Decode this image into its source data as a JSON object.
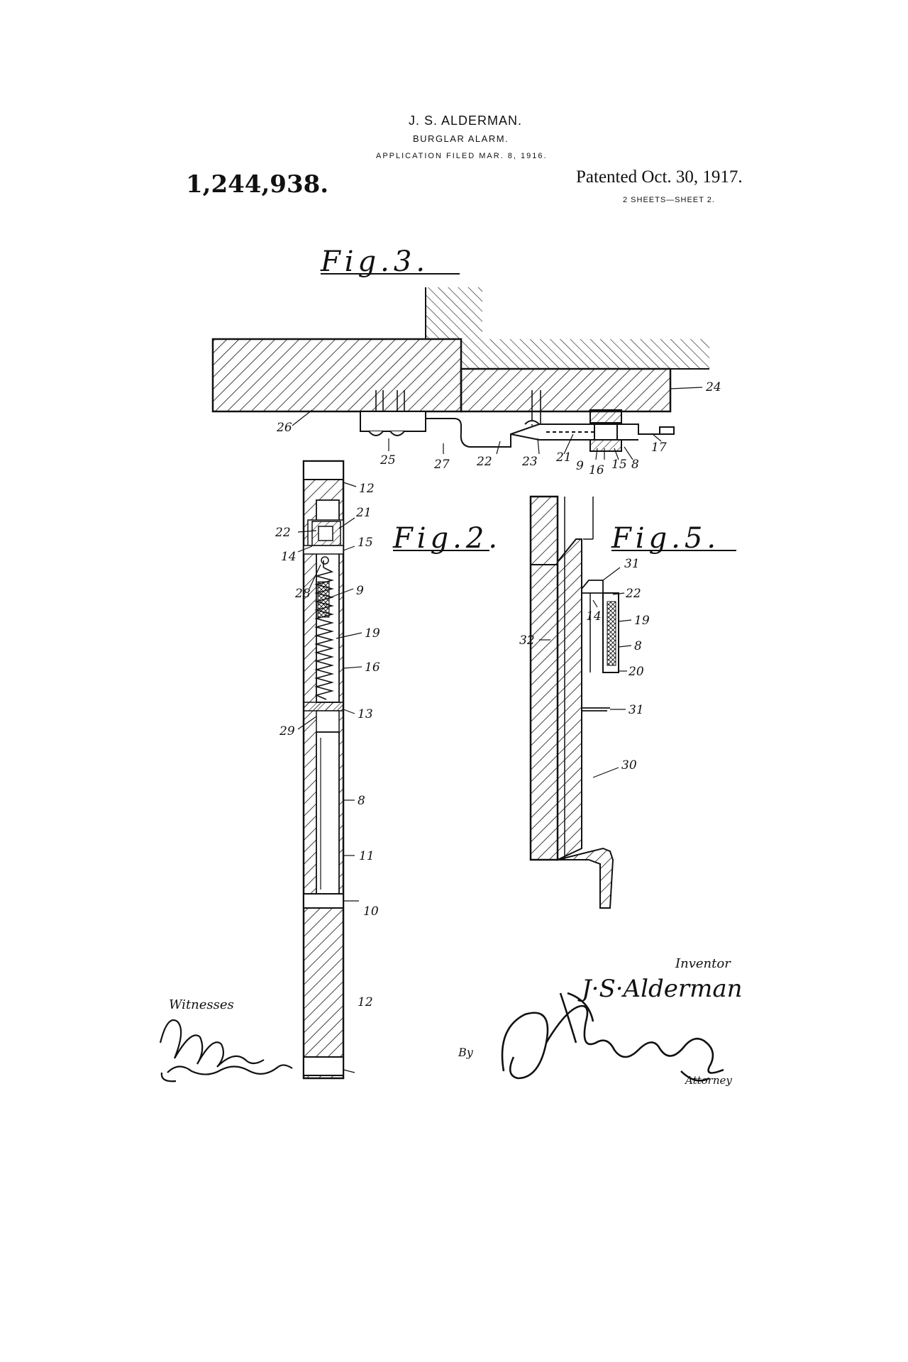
{
  "header": {
    "inventor": "J. S. ALDERMAN.",
    "title": "BURGLAR ALARM.",
    "application": "APPLICATION FILED MAR. 8, 1916.",
    "patent_number": "1,244,938.",
    "patented": "Patented Oct. 30, 1917.",
    "sheets": "2 SHEETS—SHEET 2."
  },
  "figures": {
    "fig3": "Fig.3.",
    "fig2": "Fig.2.",
    "fig5": "Fig.5."
  },
  "refs": {
    "fig3": [
      "24",
      "26",
      "25",
      "27",
      "22",
      "23",
      "21",
      "9",
      "16",
      "15",
      "8",
      "17"
    ],
    "fig2": [
      "12",
      "21",
      "22",
      "15",
      "14",
      "28",
      "9",
      "19",
      "16",
      "13",
      "29",
      "8",
      "11",
      "10",
      "12"
    ],
    "fig5": [
      "31",
      "22",
      "14",
      "19",
      "8",
      "32",
      "20",
      "31",
      "30"
    ]
  },
  "footer": {
    "witnesses_label": "Witnesses",
    "inventor_label": "Inventor",
    "inventor_signature": "J·S·Alderman",
    "by_label": "By",
    "attorney_label": "Attorney"
  }
}
